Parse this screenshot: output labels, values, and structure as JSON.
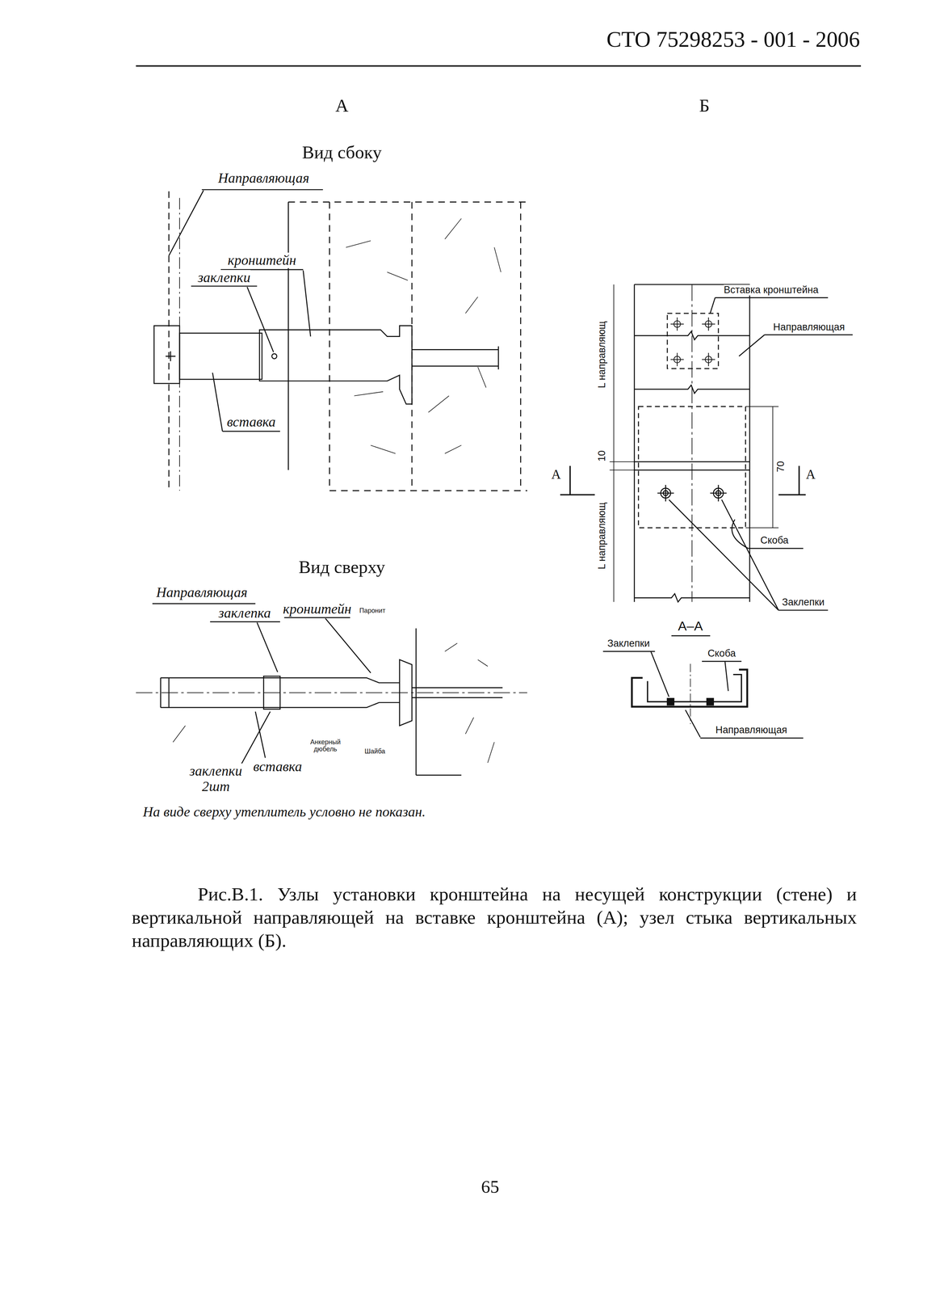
{
  "diagram": {
    "caption": "Рис.В.1. Узлы установки кронштейна на несущей конструкции (стене) и вертикальной направляющей на вставке кронштейна (А); узел стыка вертикальных направляющих (Б).",
    "labels": [
      "СТО 75298253 - 001 - 2006",
      "А",
      "Б",
      "Вид сбоку",
      "Направляющая",
      "кронштейн",
      "заклепки",
      "вставка",
      "Вид сверху",
      "Направляющая",
      "заклепка",
      "кронштейн",
      "Паронит",
      "Анкерный дюбель",
      "Шайба",
      "заклепки 2шт",
      "вставка",
      "На виде сверху утеплитель условно не показан.",
      "Вставка кронштейна",
      "Направляющая",
      "L направляющ",
      "10",
      "70",
      "L направляющ",
      "А",
      "А",
      "Скоба",
      "Заклепки",
      "А–А",
      "Заклепки",
      "Скоба",
      "Направляющая",
      "65"
    ]
  }
}
